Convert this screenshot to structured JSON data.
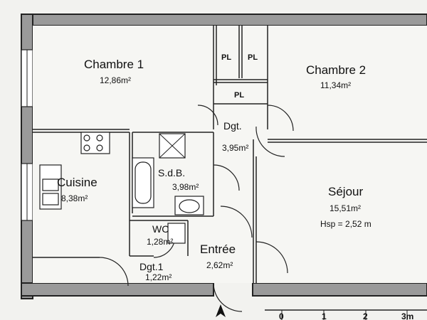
{
  "rooms": {
    "chambre1": {
      "name": "Chambre 1",
      "area": "12,86m²"
    },
    "chambre2": {
      "name": "Chambre 2",
      "area": "11,34m²"
    },
    "dgt": {
      "name": "Dgt.",
      "area": "3,95m²"
    },
    "cuisine": {
      "name": "Cuisine",
      "area": "8,38m²"
    },
    "sdb": {
      "name": "S.d.B.",
      "area": "3,98m²"
    },
    "sejour": {
      "name": "Séjour",
      "area": "15,51m²",
      "height": "Hsp = 2,52 m"
    },
    "wc": {
      "name": "WC",
      "area": "1,28m²"
    },
    "entree": {
      "name": "Entrée",
      "area": "2,62m²"
    },
    "dgt1": {
      "name": "Dgt.1",
      "area": "1,22m²"
    }
  },
  "closets": [
    "PL",
    "PL",
    "PL"
  ],
  "scale": [
    "0",
    "1",
    "2",
    "3m"
  ],
  "north_arrow": "north-arrow-icon"
}
